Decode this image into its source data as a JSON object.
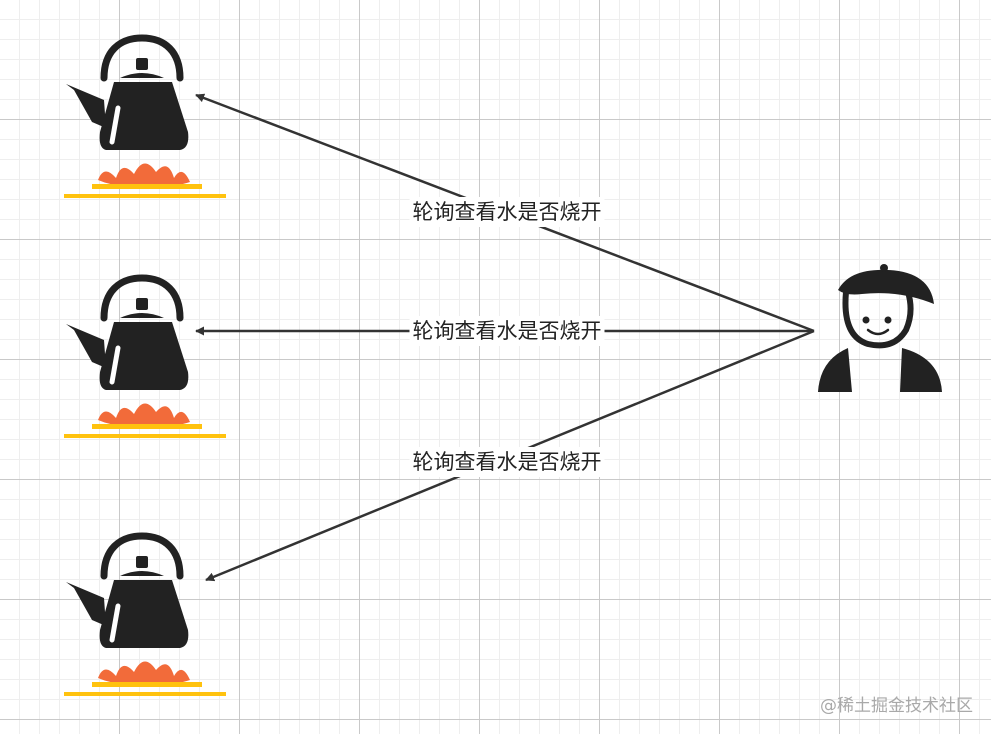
{
  "diagram": {
    "edges": [
      {
        "from": "person",
        "to": "kettle-1",
        "label": "轮询查看水是否烧开"
      },
      {
        "from": "person",
        "to": "kettle-2",
        "label": "轮询查看水是否烧开"
      },
      {
        "from": "person",
        "to": "kettle-3",
        "label": "轮询查看水是否烧开"
      }
    ],
    "kettle_icon": "kettle-on-stove-icon",
    "person_icon": "person-with-beret-icon",
    "colors": {
      "edge": "#333333",
      "icon": "#222222",
      "flame": "#f26b3a",
      "burner": "#ffc20e"
    }
  },
  "watermark": "@稀土掘金技术社区"
}
